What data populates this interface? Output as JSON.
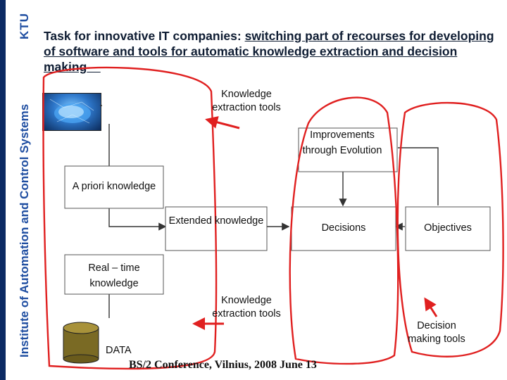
{
  "sidebar": {
    "institute": "Institute of Automation and Control Systems",
    "university": "KTU"
  },
  "title": {
    "part1": "Task for innovative IT companies: ",
    "part2_underlined": "switching ",
    "part3": "part of recourses for developing of software and tools for automatic knowledge extraction and decision making"
  },
  "nodes": {
    "apriori": "A priori knowledge",
    "extended": "Extended knowledge",
    "decisions": "Decisions",
    "objectives": "Objectives",
    "realtime": "Real – time knowledge",
    "improvements": "Improvements through Evolution",
    "ke_tools_top": "Knowledge extraction tools",
    "ke_tools_bottom": "Knowledge extraction tools",
    "decision_tools": "Decision making tools",
    "data": "DATA"
  },
  "footer": "BS/2 Conference, Vilnius, 2008 June 13",
  "colors": {
    "sidebar_bar": "#0c2a63",
    "sidebar_text": "#1f4ea1",
    "annotation": "#e02020",
    "cylinder": "#7a6a24"
  }
}
